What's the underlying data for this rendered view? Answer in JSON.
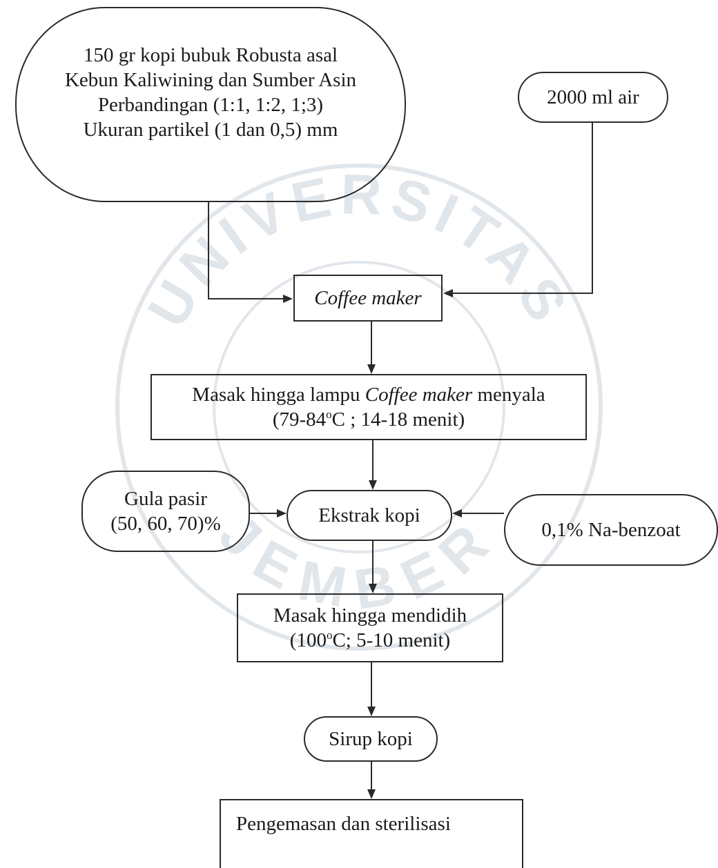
{
  "flowchart": {
    "input_coffee": {
      "lines": [
        "150 gr kopi bubuk Robusta asal",
        "Kebun Kaliwining dan Sumber Asin",
        "Perbandingan (1:1, 1:2, 1;3)",
        "Ukuran partikel (1 dan 0,5) mm"
      ]
    },
    "input_water": {
      "label": "2000 ml air"
    },
    "coffee_maker": {
      "label": "Coffee maker"
    },
    "cook_step_1": {
      "line1_prefix": "Masak hingga lampu ",
      "line1_italic": "Coffee maker",
      "line1_suffix": " menyala",
      "line2_prefix": "(79-84",
      "line2_sup": "o",
      "line2_suffix": "C ; 14-18 menit)"
    },
    "sugar_input": {
      "lines": [
        "Gula pasir",
        "(50, 60, 70)%"
      ]
    },
    "extract": {
      "label": "Ekstrak kopi"
    },
    "preservative_input": {
      "label": "0,1% Na-benzoat"
    },
    "cook_step_2": {
      "line1": "Masak hingga mendidih",
      "line2_prefix": "(100",
      "line2_sup": "o",
      "line2_suffix": "C; 5-10 menit)"
    },
    "syrup": {
      "label": "Sirup kopi"
    },
    "packaging": {
      "label": "Pengemasan dan sterilisasi"
    }
  },
  "watermark": {
    "text": "UNIVERSITAS JEMBER",
    "color": "#c9d2dc"
  }
}
